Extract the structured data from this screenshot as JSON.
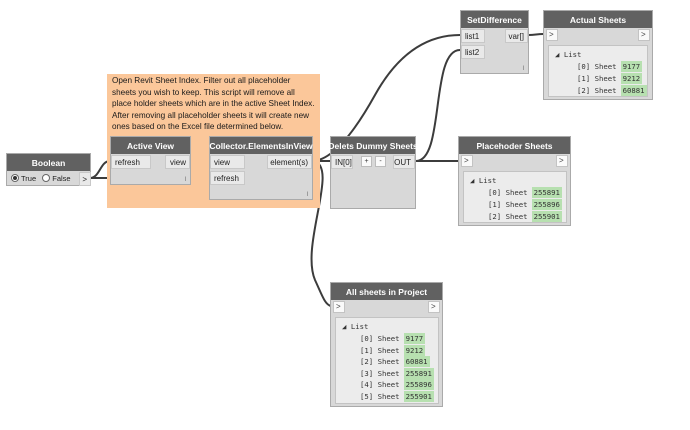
{
  "note": {
    "text": "Open Revit Sheet Index. Filter out all placeholder sheets you wish to keep. This script will remove all place holder sheets which are in the active Sheet Index. After removing all placeholder sheets it will create new ones based on the Excel file determined below."
  },
  "nodes": {
    "boolean": {
      "title": "Boolean",
      "true_label": "True",
      "false_label": "False",
      "out_label": ">",
      "selected": "True"
    },
    "active_view": {
      "title": "Active View",
      "input": "refresh",
      "output": "view",
      "count": "l"
    },
    "collector": {
      "title": "Collector.ElementsInView",
      "input1": "view",
      "input2": "refresh",
      "output": "element(s)",
      "count": "l"
    },
    "delete_dummy": {
      "title": "Delets Dummy Sheets",
      "input": "IN[0]",
      "add": "+",
      "remove": "-",
      "output": "OUT"
    },
    "set_difference": {
      "title": "SetDifference",
      "input1": "list1",
      "input2": "list2",
      "output": "var[]",
      "count": "l"
    },
    "actual_sheets": {
      "title": "Actual Sheets",
      "in_label": ">",
      "out_label": ">",
      "list_label": "List",
      "items": [
        {
          "index": "[0]",
          "name": "Sheet",
          "value": "9177"
        },
        {
          "index": "[1]",
          "name": "Sheet",
          "value": "9212"
        },
        {
          "index": "[2]",
          "name": "Sheet",
          "value": "60881"
        }
      ]
    },
    "placeholder_sheets": {
      "title": "Placehoder Sheets",
      "in_label": ">",
      "out_label": ">",
      "list_label": "List",
      "items": [
        {
          "index": "[0]",
          "name": "Sheet",
          "value": "255891"
        },
        {
          "index": "[1]",
          "name": "Sheet",
          "value": "255896"
        },
        {
          "index": "[2]",
          "name": "Sheet",
          "value": "255901"
        }
      ]
    },
    "all_sheets": {
      "title": "All sheets in Project",
      "in_label": ">",
      "out_label": ">",
      "list_label": "List",
      "items": [
        {
          "index": "[0]",
          "name": "Sheet",
          "value": "9177"
        },
        {
          "index": "[1]",
          "name": "Sheet",
          "value": "9212"
        },
        {
          "index": "[2]",
          "name": "Sheet",
          "value": "60881"
        },
        {
          "index": "[3]",
          "name": "Sheet",
          "value": "255891"
        },
        {
          "index": "[4]",
          "name": "Sheet",
          "value": "255896"
        },
        {
          "index": "[5]",
          "name": "Sheet",
          "value": "255901"
        }
      ]
    }
  },
  "colors": {
    "wire": "#3c3c3c",
    "node_header": "#616161",
    "note_bg": "#fbc79a",
    "value_bg": "#b7e0b0"
  }
}
